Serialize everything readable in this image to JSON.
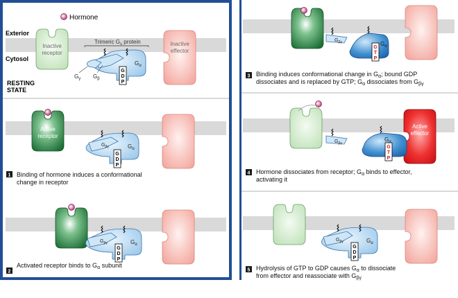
{
  "labels": {
    "hormone": "Hormone",
    "exterior": "Exterior",
    "cytosol": "Cytosol",
    "resting_state_1": "RESTING",
    "resting_state_2": "STATE",
    "inactive_receptor_1": "Inactive",
    "inactive_receptor_2": "receptor",
    "inactive_effector_1": "Inactive",
    "inactive_effector_2": "effector",
    "active_receptor_1": "Active",
    "active_receptor_2": "receptor",
    "active_effector_1": "Active",
    "active_effector_2": "effector",
    "trimeric": "Trimeric G",
    "trimeric_sub": "s",
    "trimeric_end": " protein",
    "g_gamma": "G",
    "g_gamma_sub": "γ",
    "g_beta": "G",
    "g_beta_sub": "β",
    "g_alpha": "G",
    "g_alpha_sub": "α",
    "g_betagamma_sub": "βγ",
    "gdp": [
      "G",
      "D",
      "P"
    ],
    "gtp": [
      "G",
      "T",
      "P"
    ]
  },
  "steps": [
    {
      "number": "1",
      "line1": "Binding of hormone induces a conformational",
      "line2": "change in receptor"
    },
    {
      "number": "2",
      "line1_a": "Activated receptor binds to G",
      "line1_sub": "α",
      "line1_b": " subunit"
    },
    {
      "number": "3",
      "line1_a": "Binding induces conformational change in G",
      "line1_sub": "α",
      "line1_b": "; bound GDP",
      "line2_a": "dissociates and is replaced by GTP; G",
      "line2_sub": "α",
      "line2_b": " dissociates from G",
      "line2_sub2": "βγ"
    },
    {
      "number": "4",
      "line1_a": "Hormone dissociates from receptor; G",
      "line1_sub": "α",
      "line1_b": " binds to effector,",
      "line2": "activating it"
    },
    {
      "number": "5",
      "line1_a": "Hydrolysis of GTP to GDP causes G",
      "line1_sub": "α",
      "line1_b": " to dissociate",
      "line2_a": "from effector and reassociate with G",
      "line2_sub": "βγ"
    }
  ],
  "colors": {
    "frame_blue": "#234e96",
    "membrane": "#d9d9d9",
    "receptor_inactive": "#c8e6c2",
    "receptor_active": "#1f7a3a",
    "effector_inactive": "#f6b6ae",
    "effector_active": "#e0161b",
    "g_protein": "#a9d0ef",
    "hormone": "#c2397e"
  }
}
